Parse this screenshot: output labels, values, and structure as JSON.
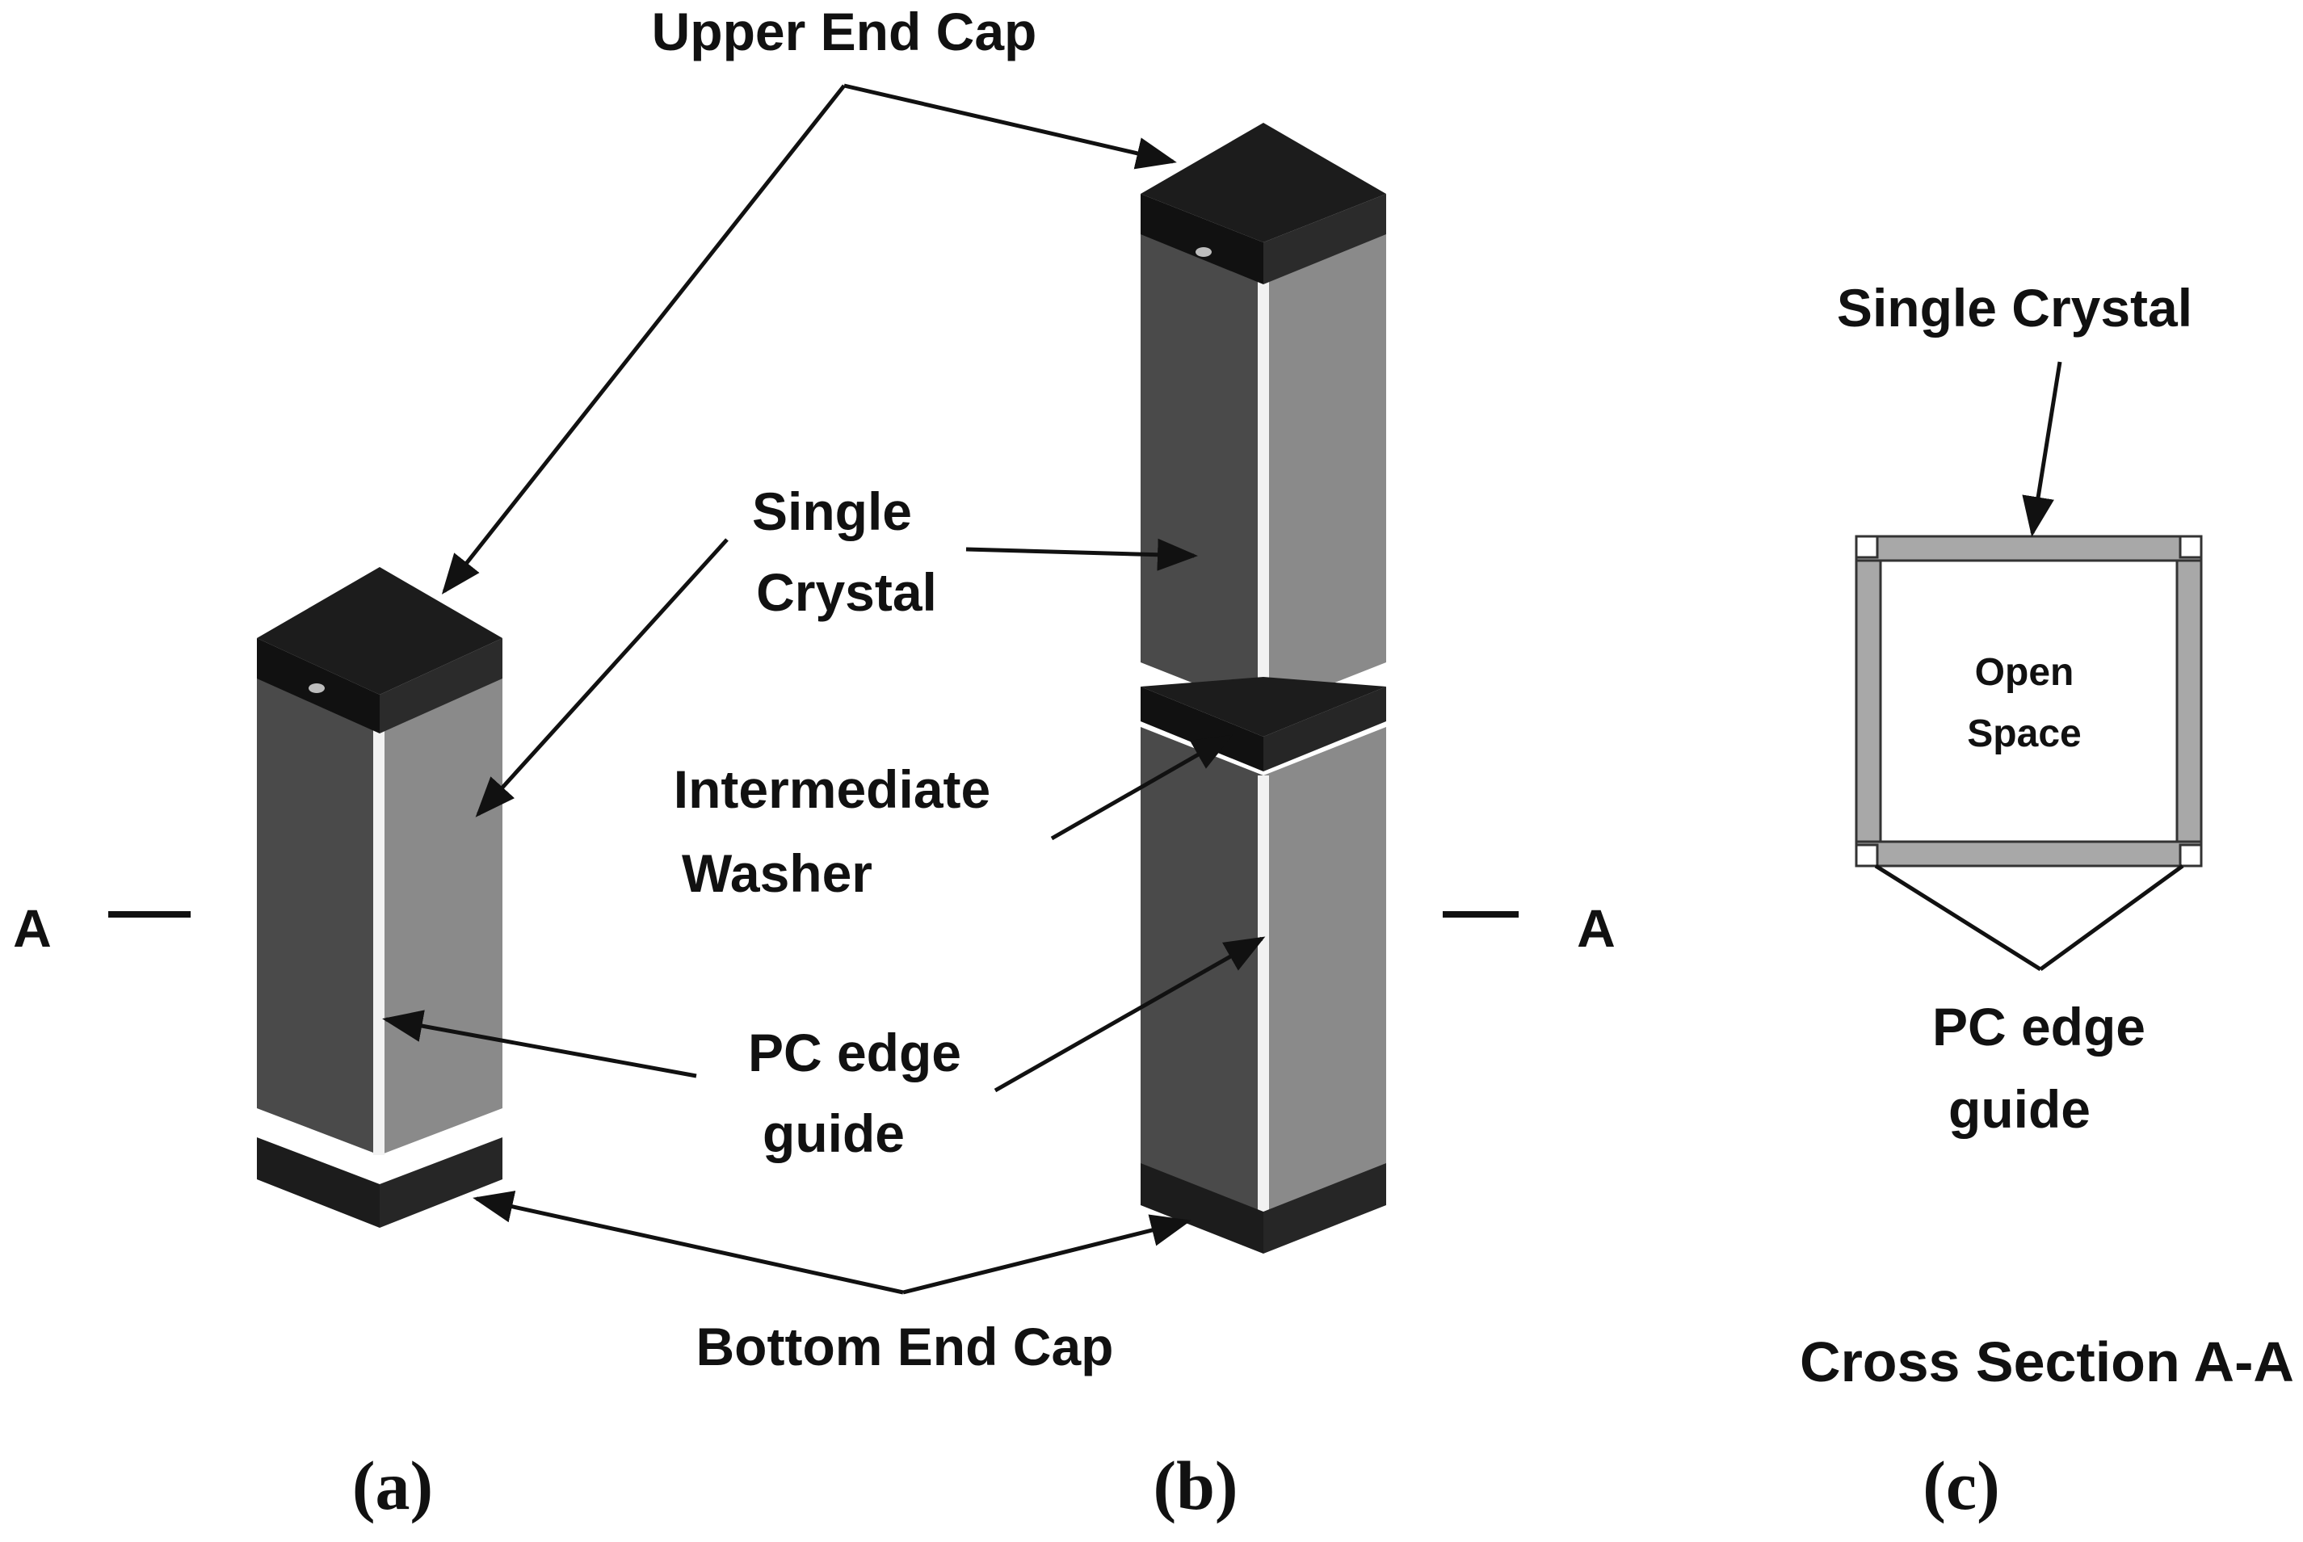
{
  "labels": {
    "upper_end_cap": "Upper End Cap",
    "single_crystal_line1": "Single",
    "single_crystal_line2": "Crystal",
    "intermediate_washer_line1": "Intermediate",
    "intermediate_washer_line2": "Washer",
    "pc_edge_guide_line1": "PC edge",
    "pc_edge_guide_line2": "guide",
    "bottom_end_cap": "Bottom End Cap",
    "section_mark_left": "A",
    "section_mark_right": "A",
    "cs_single_crystal": "Single Crystal",
    "cs_open_space_line1": "Open",
    "cs_open_space_line2": "Space",
    "cs_pc_edge_guide_line1": "PC edge",
    "cs_pc_edge_guide_line2": "guide",
    "cross_section_title": "Cross Section A-A"
  },
  "panels": {
    "a": "(a)",
    "b": "(b)",
    "c": "(c)"
  },
  "colors": {
    "cap": "#1c1c1c",
    "cap_rim": "#2b2b2b",
    "crystal_dark": "#4a4a4a",
    "crystal_light": "#8a8a8a",
    "edge_guide": "#f2f2f2",
    "cs_wall": "#a8a8a8",
    "line": "#111111"
  }
}
